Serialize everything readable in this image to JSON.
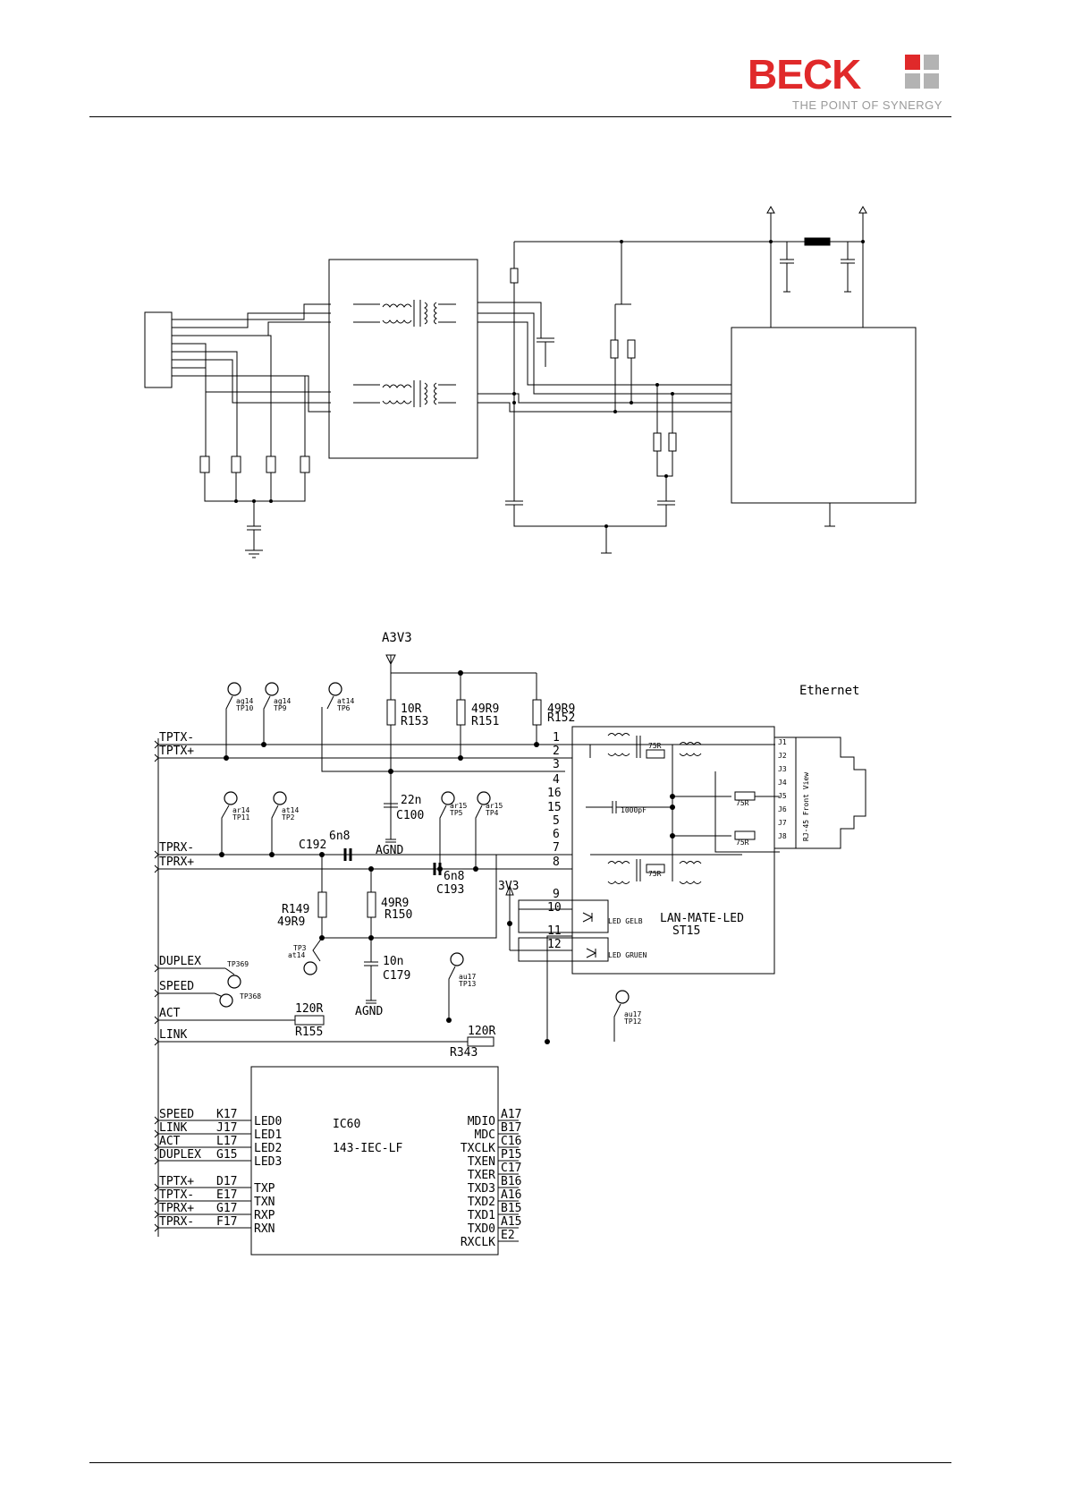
{
  "header": {
    "logo_text": "BECK",
    "tagline": "THE POINT OF SYNERGY",
    "logo_color": "#e0292a",
    "dot_color": "#b3b3b3"
  },
  "schematic": {
    "supply_a": "A3V3",
    "supply_d": "3V3",
    "ground": "AGND",
    "connector_title": "Ethernet",
    "module_name": "LAN-MATE-LED",
    "module_ref": "ST15",
    "rj45_view": "RJ-45 Front View",
    "led_yellow": "LED GELB",
    "led_green": "LED GRUEN",
    "cap_1000": "1000pF",
    "r75": "75R",
    "signals": [
      "TPTX-",
      "TPTX+",
      "TPRX-",
      "TPRX+",
      "DUPLEX",
      "SPEED",
      "ACT",
      "LINK"
    ],
    "pins_module": [
      "1",
      "2",
      "3",
      "4",
      "16",
      "15",
      "5",
      "6",
      "7",
      "8",
      "9",
      "10",
      "11",
      "12"
    ],
    "jacks": [
      "J1",
      "J2",
      "J3",
      "J4",
      "J5",
      "J6",
      "J7",
      "J8"
    ],
    "parts": {
      "r153": {
        "val": "10R",
        "ref": "R153"
      },
      "r151": {
        "val": "49R9",
        "ref": "R151"
      },
      "r152": {
        "val": "49R9",
        "ref": "R152"
      },
      "c100": {
        "val": "22n",
        "ref": "C100"
      },
      "c192": {
        "val": "6n8",
        "ref": "C192"
      },
      "c193": {
        "val": "6n8",
        "ref": "C193"
      },
      "r149": {
        "val": "49R9",
        "ref": "R149"
      },
      "r150": {
        "val": "49R9",
        "ref": "R150"
      },
      "c179": {
        "val": "10n",
        "ref": "C179"
      },
      "r155": {
        "val": "120R",
        "ref": "R155"
      },
      "r343": {
        "val": "120R",
        "ref": "R343"
      }
    },
    "testpoints": {
      "tp10": {
        "net": "ag14",
        "ref": "TP10"
      },
      "tp9": {
        "net": "ag14",
        "ref": "TP9"
      },
      "tp6": {
        "net": "at14",
        "ref": "TP6"
      },
      "tp11": {
        "net": "ar14",
        "ref": "TP11"
      },
      "tp2": {
        "net": "at14",
        "ref": "TP2"
      },
      "tp5": {
        "net": "ar15",
        "ref": "TP5"
      },
      "tp4": {
        "net": "ar15",
        "ref": "TP4"
      },
      "tp3": {
        "net": "at14",
        "ref": "TP3"
      },
      "tp369": {
        "ref": "TP369"
      },
      "tp368": {
        "ref": "TP368"
      },
      "tp13": {
        "net": "au17",
        "ref": "TP13"
      },
      "tp12": {
        "net": "au17",
        "ref": "TP12"
      }
    },
    "ic": {
      "ref": "IC60",
      "part": "143-IEC-LF",
      "left_nets": [
        "SPEED",
        "LINK",
        "ACT",
        "DUPLEX",
        "TPTX+",
        "TPTX-",
        "TPRX+",
        "TPRX-"
      ],
      "left_balls": [
        "K17",
        "J17",
        "L17",
        "G15",
        "D17",
        "E17",
        "G17",
        "F17"
      ],
      "left_pins": [
        "LED0",
        "LED1",
        "LED2",
        "LED3",
        "TXP",
        "TXN",
        "RXP",
        "RXN"
      ],
      "right_pins": [
        "MDIO",
        "MDC",
        "TXCLK",
        "TXEN",
        "TXER",
        "TXD3",
        "TXD2",
        "TXD1",
        "TXD0",
        "RXCLK"
      ],
      "right_balls": [
        "A17",
        "B17",
        "C16",
        "P15",
        "C17",
        "B16",
        "A16",
        "B15",
        "A15",
        "E2"
      ]
    }
  }
}
